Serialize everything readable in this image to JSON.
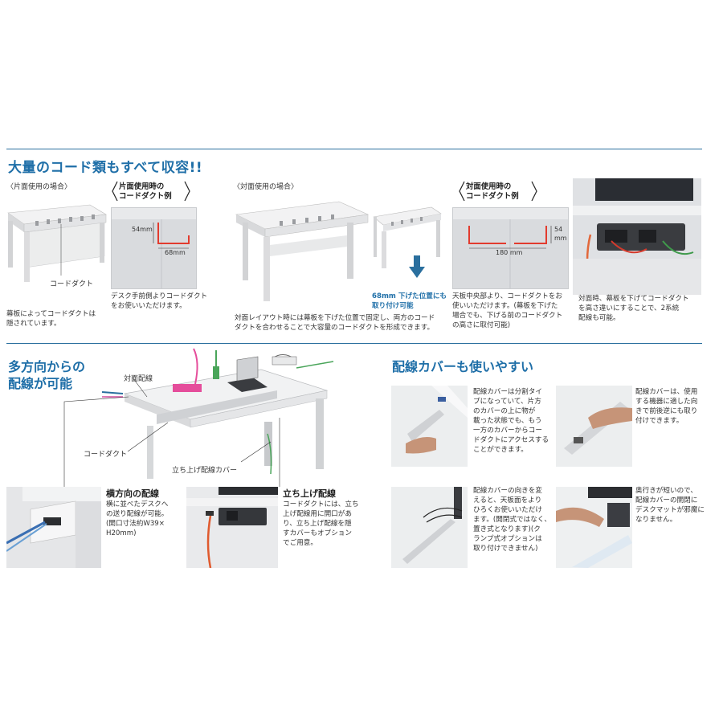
{
  "section1": {
    "title": "大量のコード類もすべて収容!!",
    "single_label": "〈片面使用の場合〉",
    "single_callout": "コードダクト",
    "single_caption": [
      "幕板によってコードダクトは",
      "隠されています。"
    ],
    "single_example_title": [
      "片面使用時の",
      "コードダクト例"
    ],
    "dim_54": "54mm",
    "dim_68": "68mm",
    "single_example_caption": [
      "デスク手前側よりコードダクト",
      "をお使いいただけます。"
    ],
    "double_label": "〈対面使用の場合〉",
    "double_caption": [
      "対面レイアウト時には幕板を下げた位置で固定し、両方のコード",
      "ダクトを合わせることで大容量のコードダクトを形成できます。"
    ],
    "lowered_note": [
      "68mm 下げた位置にも",
      "取り付け可能"
    ],
    "double_example_title": [
      "対面使用時の",
      "コードダクト例"
    ],
    "dim_54_right": [
      "54",
      "mm"
    ],
    "dim_180": "180 mm",
    "double_example_caption": [
      "天板中央部より、コードダクトをお",
      "使いいただけます。(幕板を下げた",
      "場合でも、下げる前のコードダクト",
      "の高さに取付可能)"
    ],
    "photo_caption": [
      "対面時、幕板を下げてコードダクト",
      "を高さ違いにすることで、2系統",
      "配線も可能。"
    ]
  },
  "section2": {
    "title": [
      "多方向からの",
      "配線が可能"
    ],
    "callout_face": "対面配線",
    "callout_duct": "コードダクト",
    "callout_riser": "立ち上げ配線カバー",
    "side_title": "横方向の配線",
    "side_text": [
      "横に並べたデスクへ",
      "の送り配線が可能。",
      "(開口寸法約W39×",
      "H20mm)"
    ],
    "riser_title": "立ち上げ配線",
    "riser_text": [
      "コードダクトには、立ち",
      "上げ配線用に開口があ",
      "り、立ち上げ配線を隠",
      "すカバーもオプション",
      "でご用意。"
    ]
  },
  "section3": {
    "title": "配線カバーも使いやすい",
    "p1": [
      "配線カバーは分割タイ",
      "プになっていて、片方",
      "のカバーの上に物が",
      "載った状態でも、もう",
      "一方のカバーからコー",
      "ドダクトにアクセスする",
      "ことができます。"
    ],
    "p2": [
      "配線カバーは、使用",
      "する機器に適した向",
      "きで前後逆にも取り",
      "付けできます。"
    ],
    "p3": [
      "配線カバーの向きを変",
      "えると、天板面をより",
      "ひろくお使いいただけ",
      "ます。(開閉式ではなく、",
      "置き式となります)(ク",
      "ランプ式オプションは",
      "取り付けできません)"
    ],
    "p4": [
      "奥行きが短いので、",
      "配線カバーの開閉に",
      "デスクマットが邪魔に",
      "なりません。"
    ]
  },
  "colors": {
    "accent": "#1f6fa8",
    "rule": "#2a6f9e",
    "duct_red": "#e23b2e",
    "photo_gray": "#e8e9eb"
  }
}
